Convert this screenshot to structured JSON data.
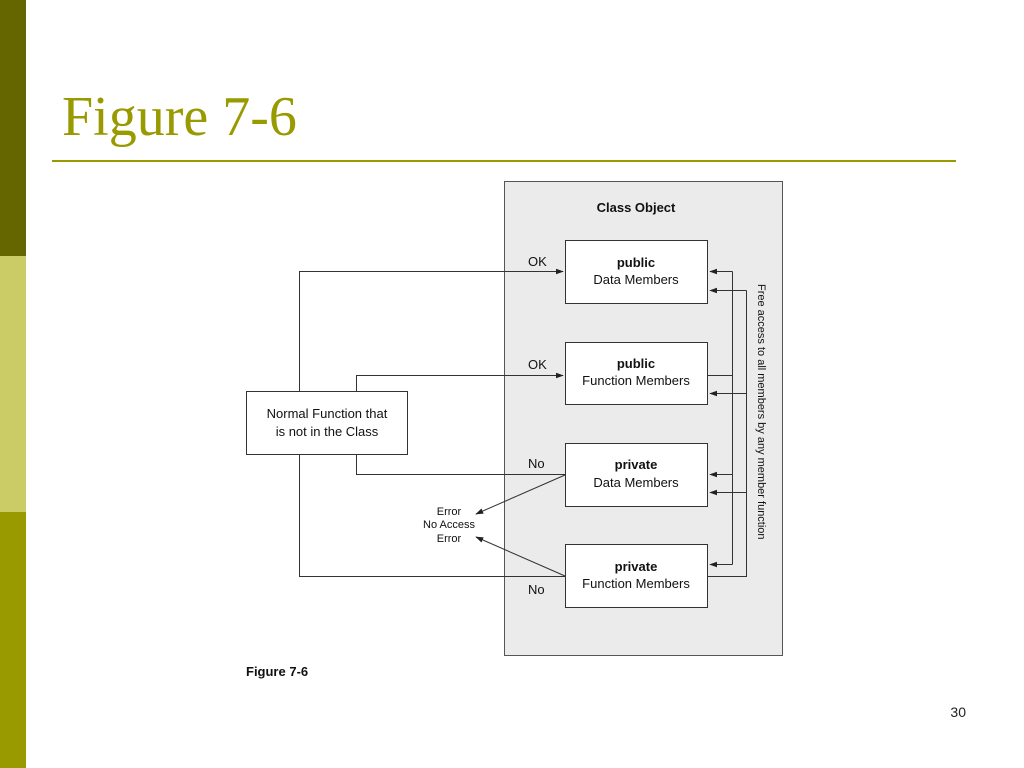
{
  "slide": {
    "title": "Figure 7-6",
    "page_number": "30"
  },
  "diagram": {
    "container_title": "Class Object",
    "external_function": [
      "Normal Function that",
      "is not in the Class"
    ],
    "members": [
      {
        "line1": "public",
        "line2": "Data Members"
      },
      {
        "line1": "public",
        "line2": "Function Members"
      },
      {
        "line1": "private",
        "line2": "Data Members"
      },
      {
        "line1": "private",
        "line2": "Function Members"
      }
    ],
    "access_labels": [
      "OK",
      "OK",
      "No",
      "No"
    ],
    "error_labels": [
      "Error",
      "No Access",
      "Error"
    ],
    "side_note": "Free access to all members by any member function",
    "caption": "Figure 7-6"
  },
  "colors": {
    "accent": "#999900",
    "band_dark": "#666600",
    "band_light": "#cccc66",
    "container_fill": "#ebebeb",
    "stroke": "#333333"
  }
}
